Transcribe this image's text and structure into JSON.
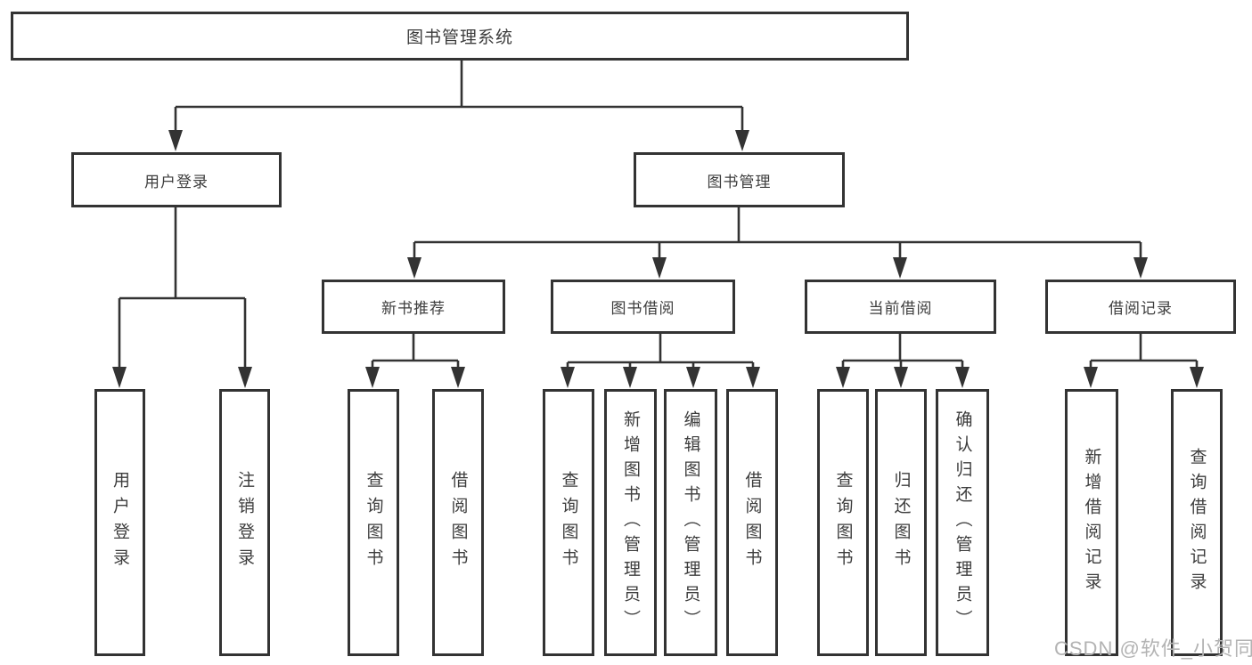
{
  "diagram": {
    "title": "图书管理系统",
    "level2": {
      "user_login": "用户登录",
      "book_management": "图书管理"
    },
    "level3": {
      "new_book_recommend": "新书推荐",
      "book_borrow": "图书借阅",
      "current_borrow": "当前借阅",
      "borrow_records": "借阅记录"
    },
    "leaves": {
      "user_login": [
        "用户登录",
        "注销登录"
      ],
      "new_book_recommend": [
        "查询图书",
        "借阅图书"
      ],
      "book_borrow": [
        "查询图书",
        "新增图书（管理员）",
        "编辑图书（管理员）",
        "借阅图书"
      ],
      "current_borrow": [
        "查询图书",
        "归还图书",
        "确认归还（管理员）"
      ],
      "borrow_records": [
        "新增借阅记录",
        "查询借阅记录"
      ]
    },
    "colors": {
      "line": "#333333",
      "text": "#3d3d3d",
      "watermark": "#b3b3b3"
    }
  },
  "watermark": {
    "text": "CSDN @软件_小贺同学"
  }
}
